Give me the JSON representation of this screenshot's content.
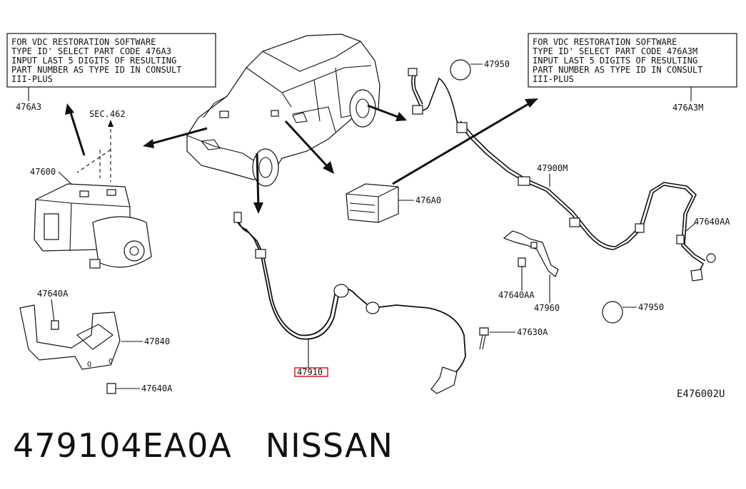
{
  "notes": [
    {
      "lines": [
        "FOR VDC RESTORATION SOFTWARE",
        "TYPE ID' SELECT PART CODE 476A3",
        "INPUT LAST 5 DIGITS OF RESULTING",
        "PART NUMBER AS TYPE ID IN CONSULT",
        "III-PLUS"
      ]
    },
    {
      "lines": [
        "FOR VDC RESTORATION SOFTWARE",
        "TYPE ID' SELECT PART CODE 476A3M",
        "INPUT LAST 5 DIGITS OF RESULTING",
        "PART NUMBER AS TYPE ID IN CONSULT",
        "III-PLUS"
      ]
    }
  ],
  "labels": {
    "l476a3": "476A3",
    "sec462": "SEC.462",
    "l47600": "47600",
    "l47640a_top": "47640A",
    "l47840": "47840",
    "l47640a_bottom": "47640A",
    "l47950_top": "47950",
    "l476a3m": "476A3M",
    "l476a0": "476A0",
    "l47900m": "47900M",
    "l47640aa_right": "47640AA",
    "l47640aa_mid": "47640AA",
    "l47960": "47960",
    "l47950_bottom": "47950",
    "l47630a": "47630A",
    "l47910": "47910",
    "diagram_code": "E476002U"
  },
  "highlight_color": "#e8141b",
  "caption": {
    "part_number": "479104EA0A",
    "brand": "NISSAN"
  }
}
